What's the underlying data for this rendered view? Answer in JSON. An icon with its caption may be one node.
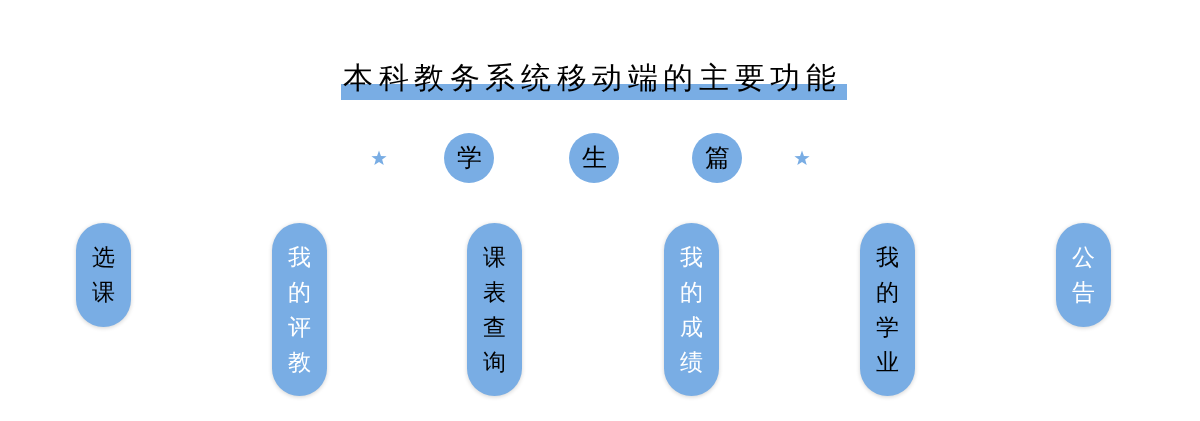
{
  "diagram": {
    "title": "本科教务系统移动端的主要功能",
    "nodes": [
      {
        "text": [
          "学"
        ]
      },
      {
        "text": [
          "生"
        ]
      },
      {
        "text": [
          "篇"
        ]
      },
      {
        "text": [
          "选课"
        ]
      },
      {
        "text": [
          "我的评教"
        ]
      },
      {
        "text": [
          "课表查询"
        ]
      },
      {
        "text": [
          "我的成绩"
        ]
      },
      {
        "text": [
          "我的学业"
        ]
      },
      {
        "text": [
          "公告"
        ]
      }
    ]
  }
}
